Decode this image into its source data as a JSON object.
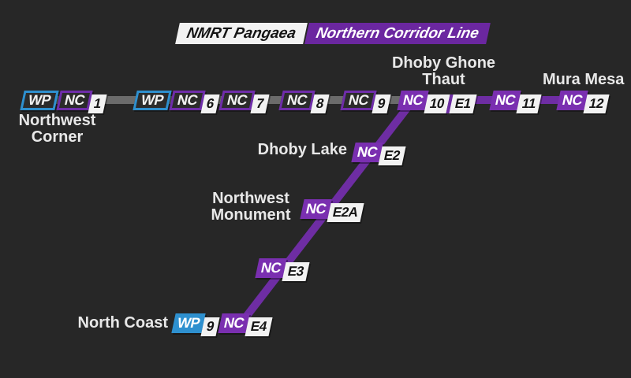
{
  "header": {
    "agency_label": "NMRT Pangaea",
    "line_label": "Northern Corridor Line"
  },
  "colors": {
    "background": "#272727",
    "line_purple": "#6e2da3",
    "line_gray_unopened": "#6b6b6b",
    "badge_purple_solid": "#7a2fb0",
    "badge_purple_outline": "#6f2daa",
    "badge_blue_wp": "#2e90cf",
    "badge_white": "#f2f2f2",
    "header_purple": "#6b27a0",
    "label_text": "#e8e8e8"
  },
  "stations": {
    "nc1": {
      "badge_wp": "WP",
      "badge_nc": "NC",
      "badge_num": "1",
      "name_line1": "Northwest",
      "name_line2": "Corner"
    },
    "nc6": {
      "badge_wp": "WP",
      "badge_nc": "NC",
      "badge_num": "6"
    },
    "nc7": {
      "badge_nc": "NC",
      "badge_num": "7"
    },
    "nc8": {
      "badge_nc": "NC",
      "badge_num": "8"
    },
    "nc9": {
      "badge_nc": "NC",
      "badge_num": "9"
    },
    "nc10": {
      "badge_nc": "NC",
      "badge_num": "10",
      "badge_num2": "E1",
      "name_line1": "Dhoby Ghone",
      "name_line2": "Thaut"
    },
    "nc11": {
      "badge_nc": "NC",
      "badge_num": "11"
    },
    "nc12": {
      "badge_nc": "NC",
      "badge_num": "12",
      "name": "Mura Mesa"
    },
    "nce2": {
      "badge_nc": "NC",
      "badge_num": "E2",
      "name": "Dhoby Lake"
    },
    "nce2a": {
      "badge_nc": "NC",
      "badge_num": "E2A",
      "name_line1": "Northwest",
      "name_line2": "Monument"
    },
    "nce3": {
      "badge_nc": "NC",
      "badge_num": "E3"
    },
    "nce4": {
      "badge_wp": "WP",
      "badge_wp_num": "9",
      "badge_nc": "NC",
      "badge_num": "E4",
      "name": "North Coast"
    }
  }
}
